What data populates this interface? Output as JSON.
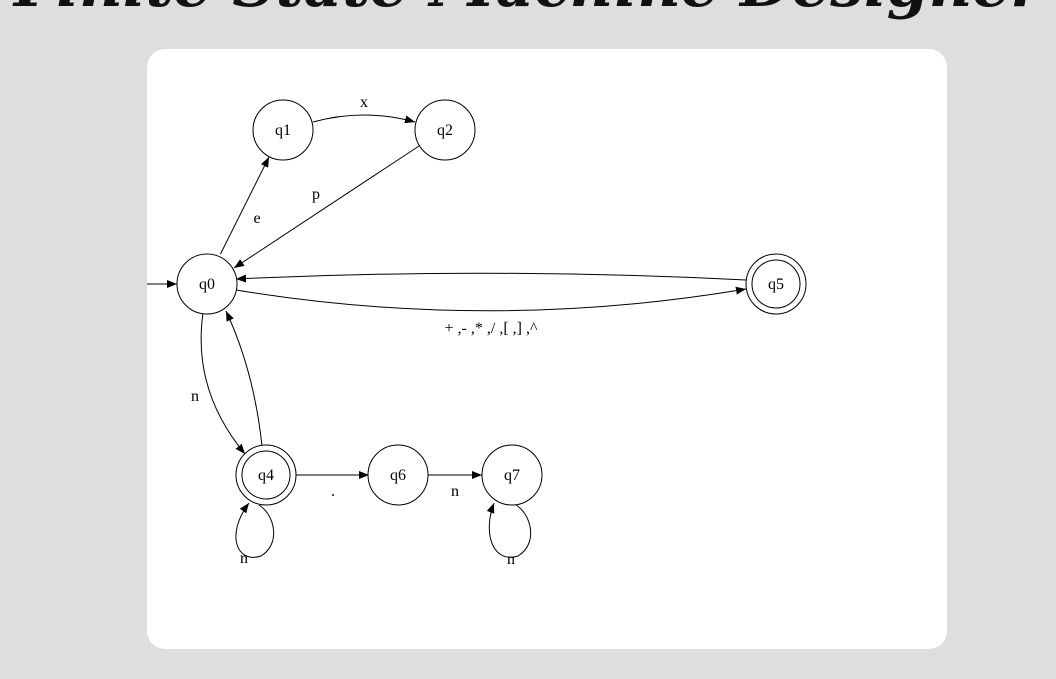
{
  "header": {
    "title": "Finite State Machine Designer"
  },
  "states": {
    "q0": {
      "label": "q0",
      "accepting": false
    },
    "q1": {
      "label": "q1",
      "accepting": false
    },
    "q2": {
      "label": "q2",
      "accepting": false
    },
    "q4": {
      "label": "q4",
      "accepting": true
    },
    "q5": {
      "label": "q5",
      "accepting": true
    },
    "q6": {
      "label": "q6",
      "accepting": false
    },
    "q7": {
      "label": "q7",
      "accepting": false
    }
  },
  "transitions": {
    "q0_q1": {
      "from": "q0",
      "to": "q1",
      "label": "e"
    },
    "q1_q2": {
      "from": "q1",
      "to": "q2",
      "label": "x"
    },
    "q2_q0": {
      "from": "q2",
      "to": "q0",
      "label": "p"
    },
    "q0_q5": {
      "from": "q0",
      "to": "q5",
      "label": "+ ,- ,* ,/ ,[ ,] ,^"
    },
    "q5_q0": {
      "from": "q5",
      "to": "q0",
      "label": ""
    },
    "q0_q4": {
      "from": "q0",
      "to": "q4",
      "label": "n"
    },
    "q4_q0": {
      "from": "q4",
      "to": "q0",
      "label": ""
    },
    "q4_q4": {
      "from": "q4",
      "to": "q4",
      "label": "n"
    },
    "q4_q6": {
      "from": "q4",
      "to": "q6",
      "label": "."
    },
    "q6_q7": {
      "from": "q6",
      "to": "q7",
      "label": "n"
    },
    "q7_q7": {
      "from": "q7",
      "to": "q7",
      "label": "n"
    }
  },
  "start_state": "q0"
}
